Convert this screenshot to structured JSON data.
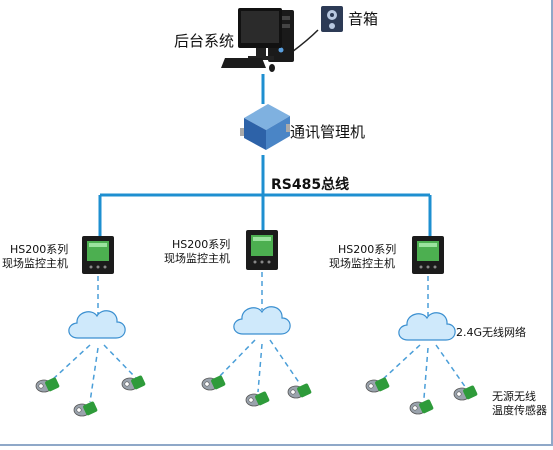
{
  "server": {
    "label": "后台系统"
  },
  "speaker": {
    "label": "音箱"
  },
  "gateway": {
    "label": "通讯管理机"
  },
  "bus": {
    "label": "RS485总线"
  },
  "hosts": [
    {
      "line1": "HS200系列",
      "line2": "现场监控主机"
    },
    {
      "line1": "HS200系列",
      "line2": "现场监控主机"
    },
    {
      "line1": "HS200系列",
      "line2": "现场监控主机"
    }
  ],
  "wireless": {
    "label": "2.4G无线网络"
  },
  "sensor": {
    "line1": "无源无线",
    "line2": "温度传感器"
  },
  "colors": {
    "bus_line": "#1e8fd0",
    "dash_line": "#4a9ed8",
    "cloud_fill": "#cfe9fb",
    "cloud_stroke": "#3a8fd0",
    "sensor": "#2e9b3a"
  }
}
